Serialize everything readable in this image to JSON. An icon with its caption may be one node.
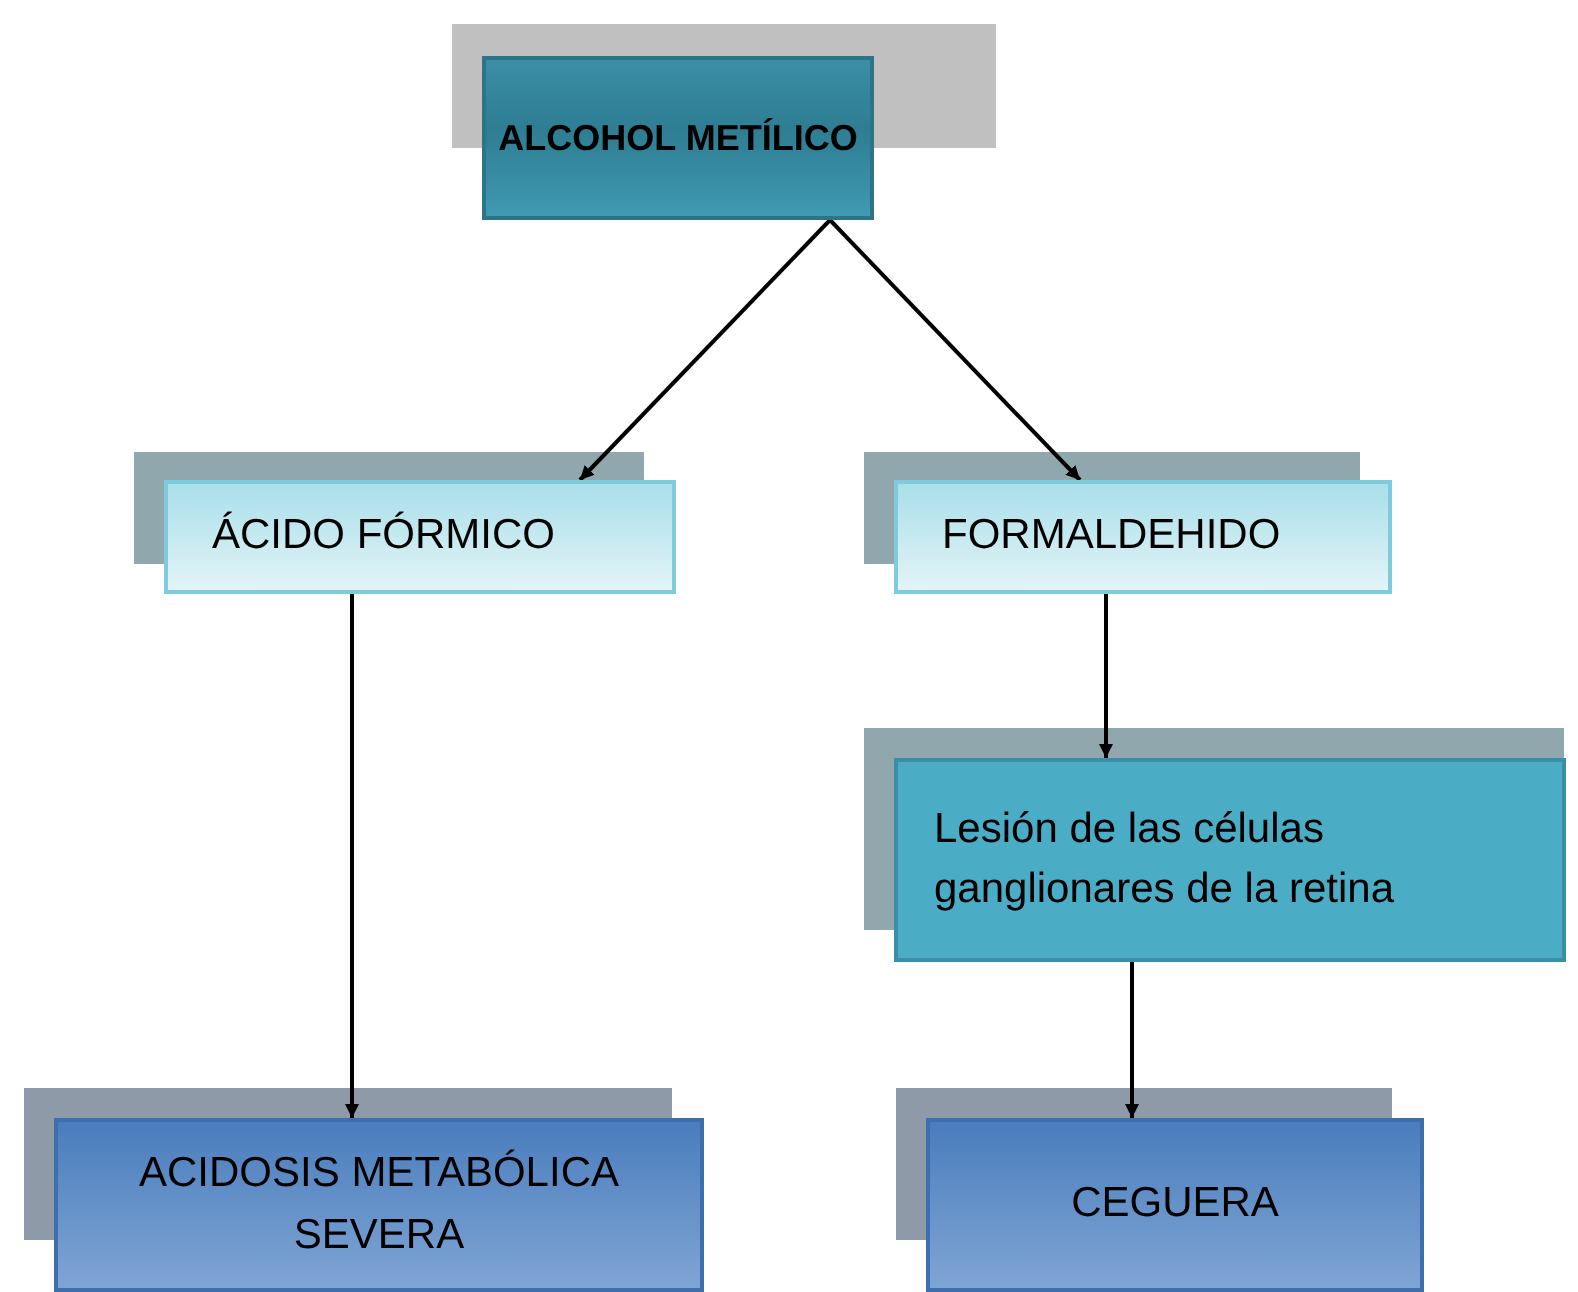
{
  "diagram": {
    "nodes": [
      {
        "text": [
          "ALCOHOL METÍLICO"
        ]
      },
      {
        "text": [
          "ÁCIDO FÓRMICO"
        ]
      },
      {
        "text": [
          "FORMALDEHIDO"
        ]
      },
      {
        "text": [
          "Lesión de las células ganglionares de la retina"
        ]
      },
      {
        "text": [
          "ACIDOSIS METABÓLICA SEVERA"
        ]
      },
      {
        "text": [
          "CEGUERA"
        ]
      }
    ],
    "edges": [
      {
        "from": 0,
        "to": 1,
        "arrow": "to"
      },
      {
        "from": 0,
        "to": 2,
        "arrow": "to"
      },
      {
        "from": 1,
        "to": 4,
        "arrow": "to"
      },
      {
        "from": 2,
        "to": 3,
        "arrow": "to"
      },
      {
        "from": 3,
        "to": 5,
        "arrow": "to"
      }
    ]
  }
}
